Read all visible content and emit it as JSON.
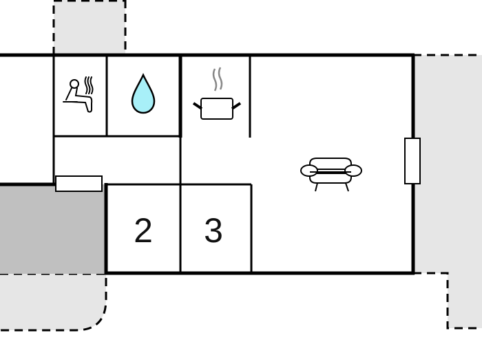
{
  "floorplan": {
    "rooms": [
      {
        "id": "sauna",
        "icon": "sauna-icon",
        "label": ""
      },
      {
        "id": "bathroom",
        "icon": "water-drop-icon",
        "label": ""
      },
      {
        "id": "kitchen",
        "icon": "cooking-pot-icon",
        "label": ""
      },
      {
        "id": "living-room",
        "icon": "sofa-icon",
        "label": ""
      },
      {
        "id": "hallway",
        "icon": "",
        "label": ""
      },
      {
        "id": "bedroom-2",
        "icon": "",
        "label": "2"
      },
      {
        "id": "bedroom-3",
        "icon": "",
        "label": "3"
      }
    ],
    "colors": {
      "wall": "#000000",
      "terrace_fill": "#e6e6e6",
      "entrance_fill": "#c0c0c0",
      "water_drop": "#a8f0f8",
      "steam": "#888888"
    }
  }
}
